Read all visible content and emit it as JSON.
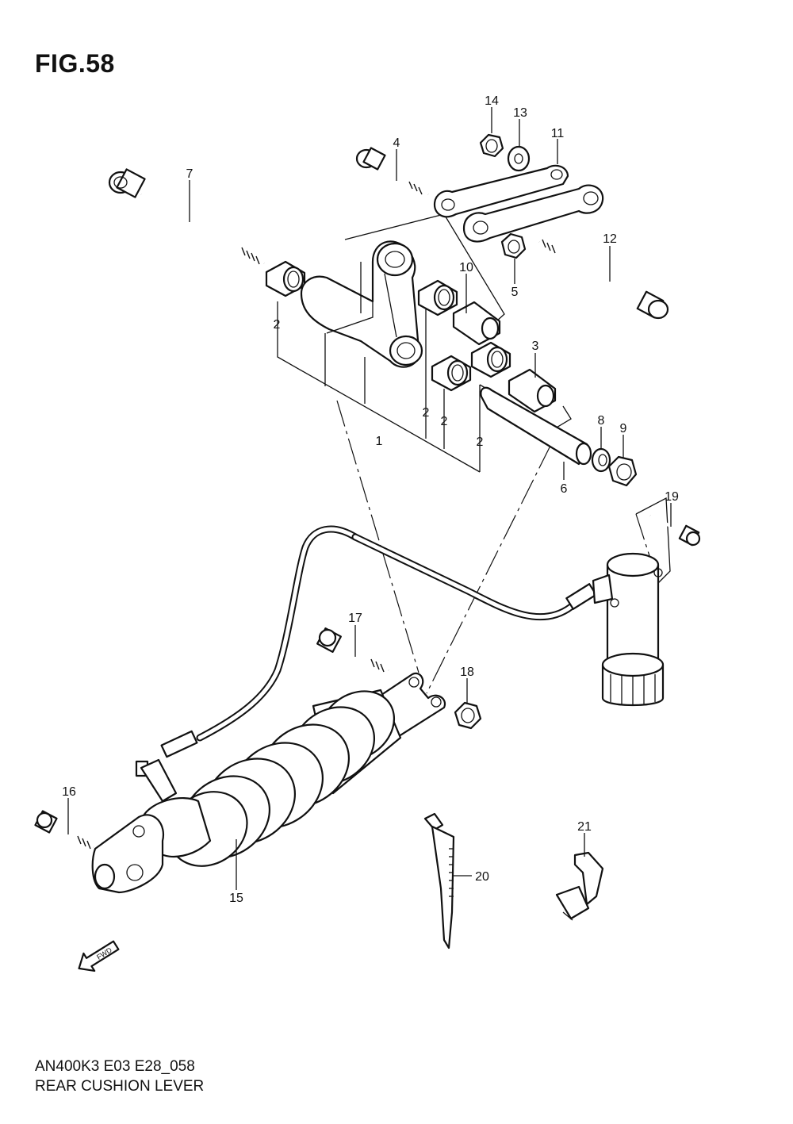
{
  "figure": {
    "title": "FIG.58"
  },
  "footer": {
    "model_code": "AN400K3 E03 E28_058",
    "caption": "REAR CUSHION LEVER"
  },
  "fwd_label": "FWD",
  "callouts": {
    "c1": "1",
    "c2a": "2",
    "c2b": "2",
    "c2c": "2",
    "c2d": "2",
    "c3": "3",
    "c4": "4",
    "c5": "5",
    "c6": "6",
    "c7": "7",
    "c8": "8",
    "c9": "9",
    "c10": "10",
    "c11": "11",
    "c12": "12",
    "c13": "13",
    "c14": "14",
    "c15": "15",
    "c16": "16",
    "c17": "17",
    "c18": "18",
    "c19": "19",
    "c20": "20",
    "c21": "21"
  }
}
